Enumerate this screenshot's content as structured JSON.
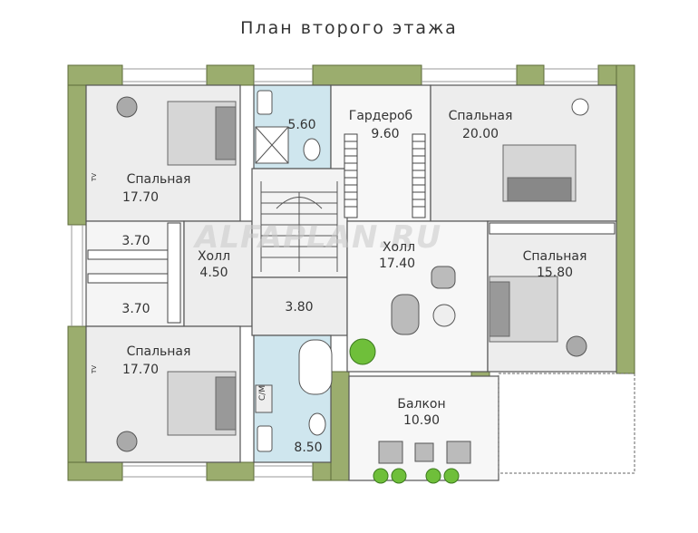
{
  "title": "План второго этажа",
  "watermark": "ALFAPLAN.RU",
  "rooms": [
    {
      "name": "Спальная",
      "area": "17.70"
    },
    {
      "name": "",
      "area": "5.60"
    },
    {
      "name": "Гардероб",
      "area": "9.60"
    },
    {
      "name": "Спальная",
      "area": "20.00"
    },
    {
      "name": "",
      "area": "3.70"
    },
    {
      "name": "Холл",
      "area": "4.50"
    },
    {
      "name": "Холл",
      "area": "17.40"
    },
    {
      "name": "Спальная",
      "area": "15.80"
    },
    {
      "name": "",
      "area": "3.70"
    },
    {
      "name": "",
      "area": "3.80"
    },
    {
      "name": "Спальная",
      "area": "17.70"
    },
    {
      "name": "",
      "area": "8.50"
    },
    {
      "name": "Балкон",
      "area": "10.90"
    }
  ],
  "fixture_labels": {
    "washer": "С/М",
    "tv": "TV"
  },
  "colors": {
    "wall": "#9bad6e",
    "bathroom": "#cfe6ee",
    "floor": "#ededed",
    "line": "#555555"
  }
}
